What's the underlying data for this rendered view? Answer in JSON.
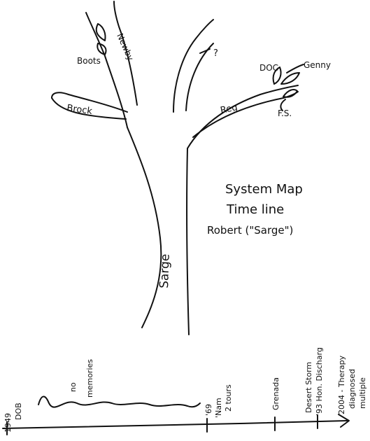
{
  "title": {
    "line1": "System Map",
    "line2": "Time line",
    "line3": "Robert (\"Sarge\")"
  },
  "tree": {
    "trunk": "Sarge",
    "branches": [
      "Boots",
      "Newby",
      "Brock",
      "?",
      "Reg",
      "DOC",
      "Genny",
      "F.S."
    ]
  },
  "timeline": {
    "events": [
      {
        "line1": "1949",
        "line2": "DOB"
      },
      {
        "line1": "no",
        "line2": "memories"
      },
      {
        "line1": "'69",
        "line2": "'Nam",
        "line3": "2 tours"
      },
      {
        "line1": "Grenada"
      },
      {
        "line1": "Desert Storm",
        "line2": "'93 Hon. Discharg"
      },
      {
        "line1": "2004 - Therapy",
        "line2": "diagnosed",
        "line3": "multiple"
      }
    ]
  }
}
